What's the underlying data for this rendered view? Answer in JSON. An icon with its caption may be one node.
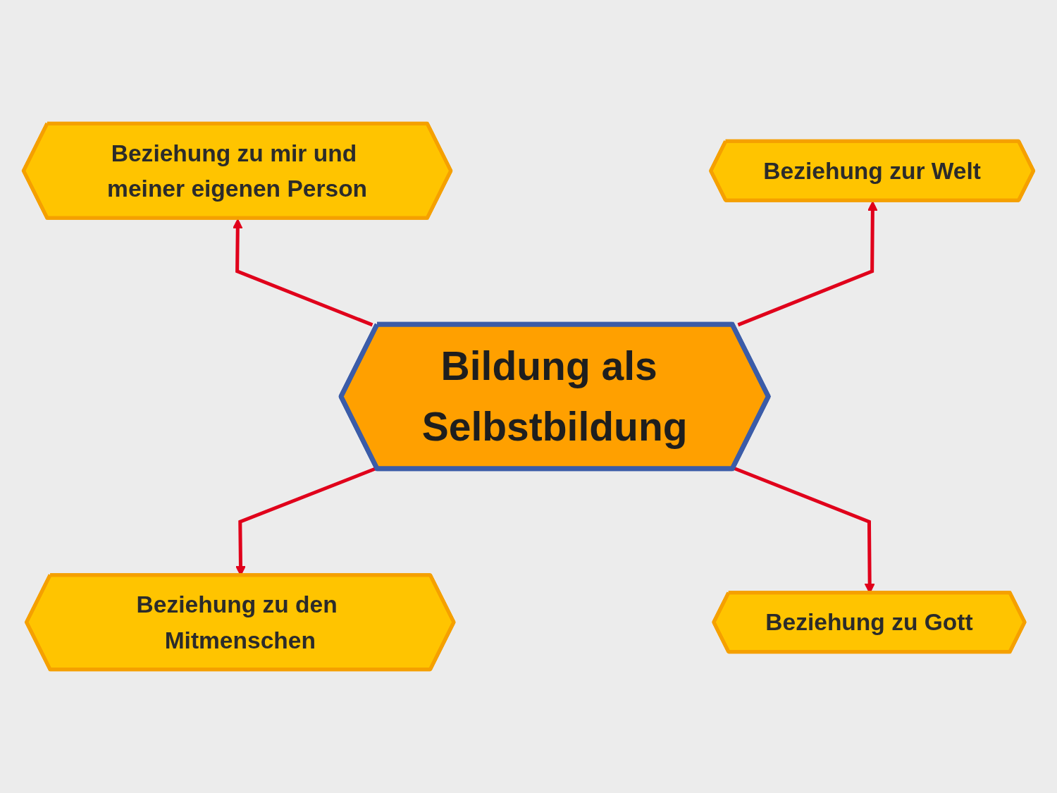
{
  "diagram": {
    "nodes": [
      {
        "text": [
          "Beziehung zu mir und meiner eigenen Person"
        ]
      },
      {
        "text": [
          "Beziehung zur Welt"
        ]
      },
      {
        "text": [
          "Bildung als Selbstbildung"
        ]
      },
      {
        "text": [
          "Beziehung zu den Mitmenschen"
        ]
      },
      {
        "text": [
          "Beziehung zu Gott"
        ]
      }
    ],
    "edges": [
      {
        "from": 2,
        "to": 0,
        "arrow": "to"
      },
      {
        "from": 2,
        "to": 1,
        "arrow": "to"
      },
      {
        "from": 2,
        "to": 3,
        "arrow": "to"
      },
      {
        "from": 2,
        "to": 4,
        "arrow": "to"
      }
    ]
  }
}
